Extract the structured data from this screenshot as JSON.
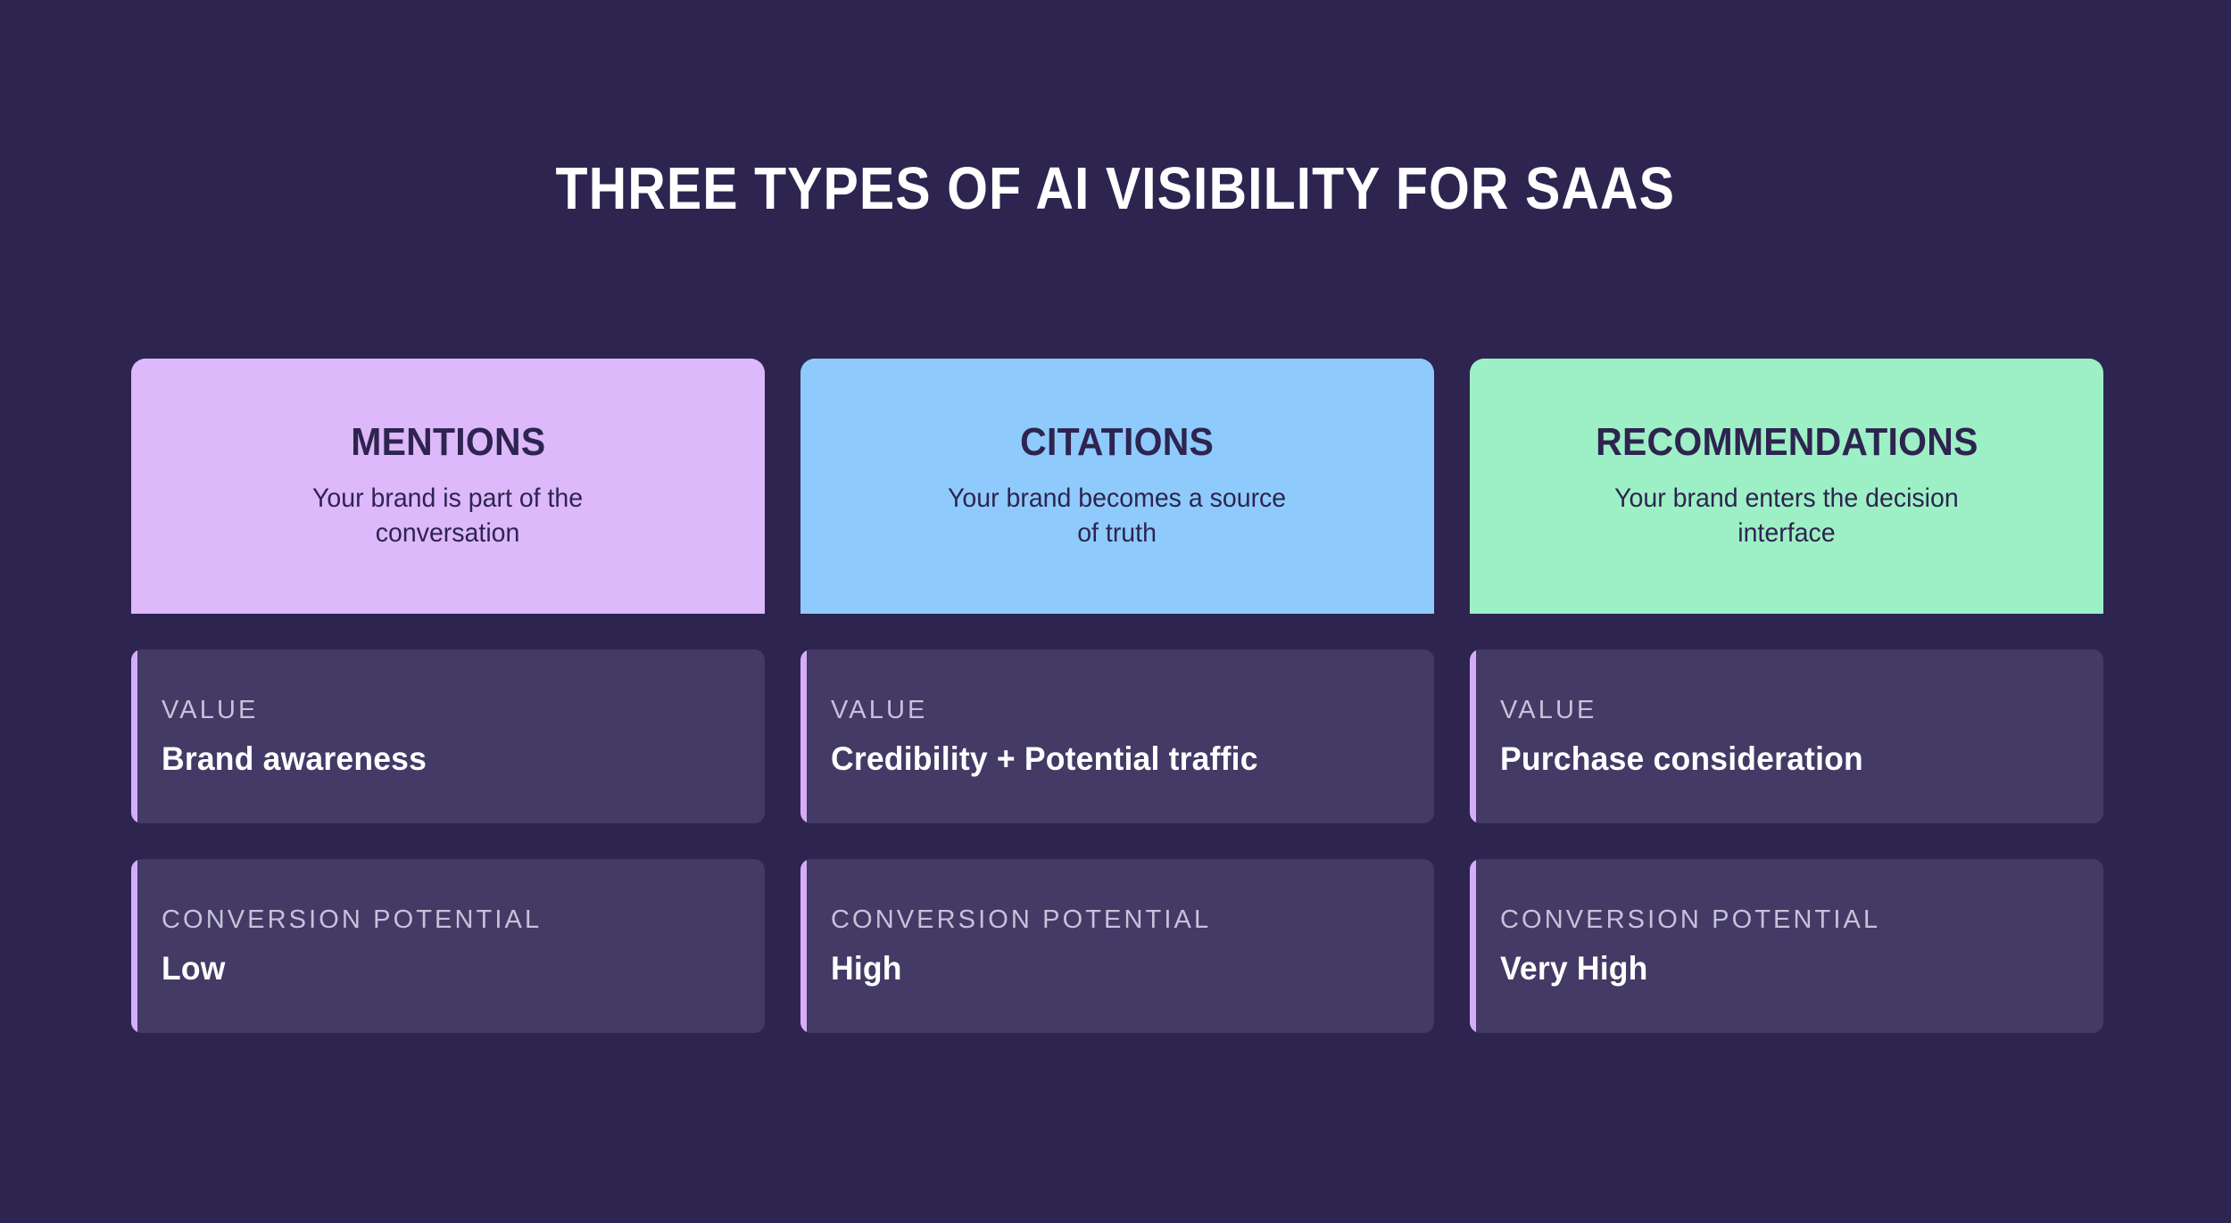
{
  "header": {
    "title": "THREE TYPES OF AI VISIBILITY FOR SAAS"
  },
  "theme": {
    "background": "#2E2450",
    "row_background": "#443A66",
    "accent_bar": "#D5AEF7",
    "dark_text": "#2E2450",
    "label_text": "#C7C2DA",
    "value_text": "#FFFFFF"
  },
  "columns": [
    {
      "id": "mentions",
      "head_title": "MENTIONS",
      "head_subtitle_line1": "Your brand is part of the",
      "head_subtitle_line2": "conversation",
      "head_color": "#DDB8FB",
      "rows": [
        {
          "label": "VALUE",
          "value": "Brand awareness"
        },
        {
          "label": "CONVERSION POTENTIAL",
          "value": "Low"
        }
      ]
    },
    {
      "id": "citations",
      "head_title": "CITATIONS",
      "head_subtitle_line1": "Your brand becomes a source",
      "head_subtitle_line2": "of truth",
      "head_color": "#8ECBFC",
      "rows": [
        {
          "label": "VALUE",
          "value": "Credibility + Potential traffic"
        },
        {
          "label": "CONVERSION POTENTIAL",
          "value": "High"
        }
      ]
    },
    {
      "id": "recommendations",
      "head_title": "RECOMMENDATIONS",
      "head_subtitle_line1": "Your brand enters the decision",
      "head_subtitle_line2": "interface",
      "head_color": "#9DF0C5",
      "rows": [
        {
          "label": "VALUE",
          "value": "Purchase consideration"
        },
        {
          "label": "CONVERSION POTENTIAL",
          "value": "Very High"
        }
      ]
    }
  ]
}
